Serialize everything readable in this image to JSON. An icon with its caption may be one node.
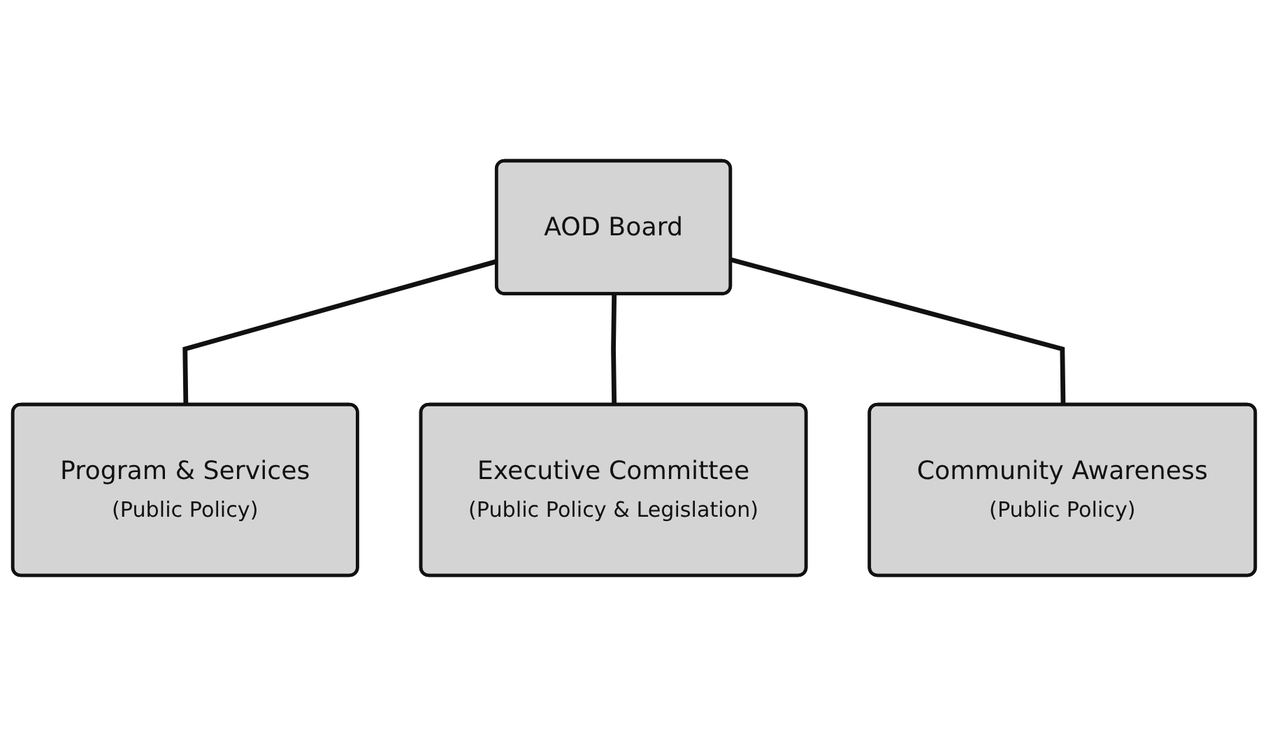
{
  "diagram": {
    "nodes": [
      {
        "text": [
          "AOD Board"
        ]
      },
      {
        "text": [
          "Program & Services",
          "(Public Policy)"
        ]
      },
      {
        "text": [
          "Executive Committee",
          "(Public Policy & Legislation)"
        ]
      },
      {
        "text": [
          "Community Awareness",
          "(Public Policy)"
        ]
      }
    ],
    "edges": [
      {
        "from": 0,
        "to": 1,
        "arrow": "none"
      },
      {
        "from": 0,
        "to": 2,
        "arrow": "none"
      },
      {
        "from": 0,
        "to": 3,
        "arrow": "none"
      }
    ]
  }
}
